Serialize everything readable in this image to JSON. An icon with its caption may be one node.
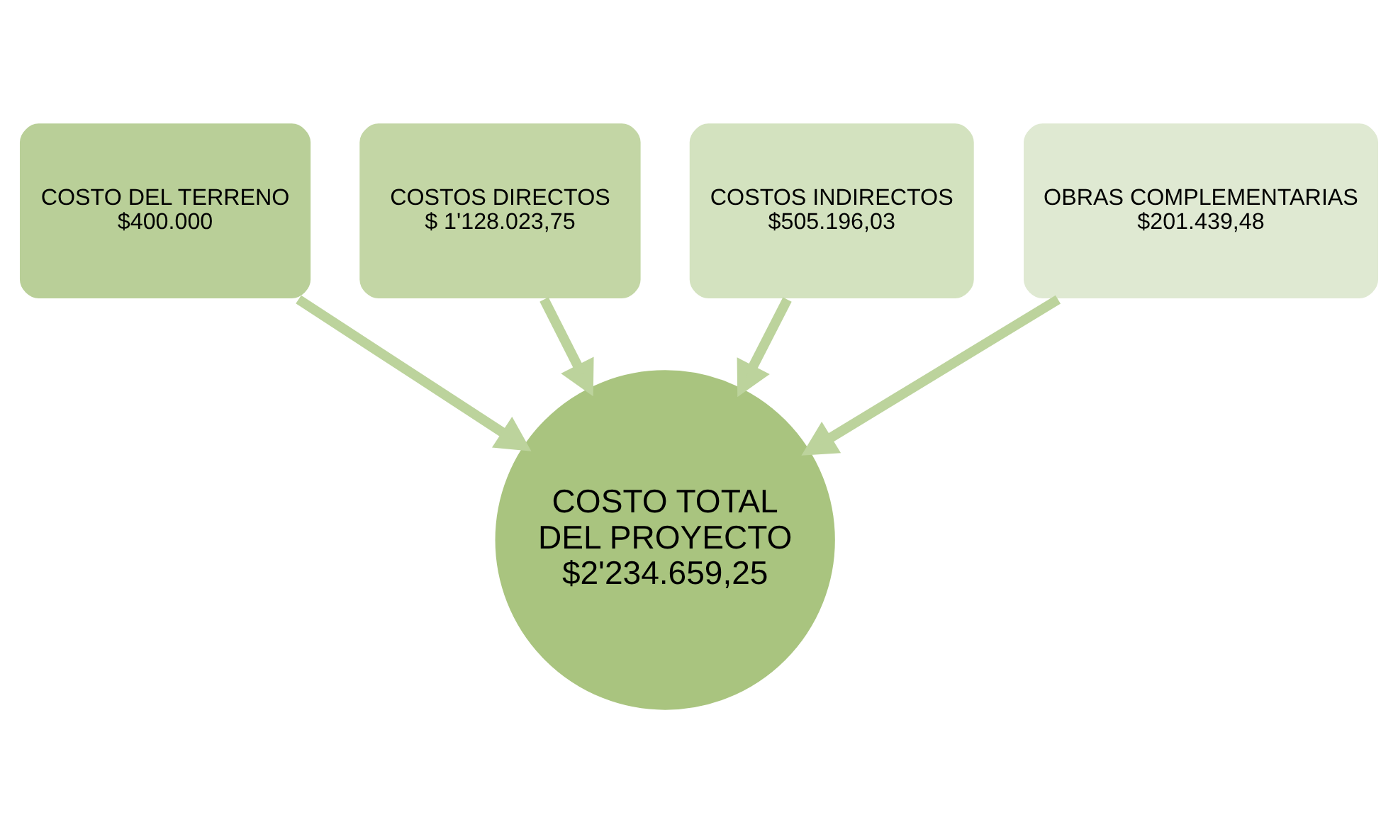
{
  "diagram": {
    "nodes": [
      {
        "text": [
          "COSTOS DIRECTOS",
          "$ 1'128.023,75"
        ]
      },
      {
        "text": [
          "COSTOS INDIRECTOS",
          "$505.196,03"
        ]
      },
      {
        "text": [
          "COSTO DEL TERRENO",
          "$400.000"
        ]
      },
      {
        "text": [
          "OBRAS COMPLEMENTARIAS",
          "$201.439,48"
        ]
      },
      {
        "text": [
          "COSTO TOTAL DEL PROYECTO",
          "$2'234.659,25"
        ]
      }
    ],
    "edges": [
      {
        "from": 0,
        "to": 4,
        "arrow": "to"
      },
      {
        "from": 1,
        "to": 4,
        "arrow": "to"
      },
      {
        "from": 2,
        "to": 4,
        "arrow": "to"
      },
      {
        "from": 3,
        "to": 4,
        "arrow": "to"
      }
    ]
  }
}
